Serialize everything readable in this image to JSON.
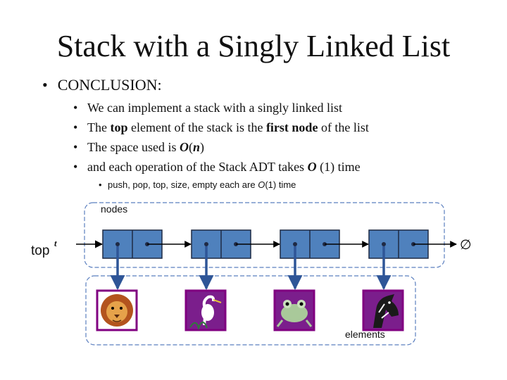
{
  "slide": {
    "title": "Stack with a Singly Linked List",
    "bullet_main": "CONCLUSION:",
    "points": [
      {
        "parts": [
          "We can implement a stack with a singly linked list"
        ]
      },
      {
        "pre": "The ",
        "b1": "top",
        "mid": " element of the stack is the ",
        "b2": "first node",
        "post": " of the list"
      },
      {
        "pre": "The space used is ",
        "bi": "O",
        "open": "(",
        "bi2": "n",
        "close": ")"
      },
      {
        "pre": "and each operation of the Stack ADT takes ",
        "bi": "O",
        "post": " (1) time"
      }
    ],
    "subpoint": {
      "pre": "push, pop, top, size, empty each are ",
      "it": "O",
      "post": "(1) time"
    }
  },
  "diagram": {
    "nodes_label": "nodes",
    "elements_label": "elements",
    "top_label": "top",
    "top_superscript": "t",
    "null_symbol": "∅",
    "node_count": 4,
    "element_icons": [
      "lion-icon",
      "heron-icon",
      "frog-icon",
      "horse-icon"
    ],
    "colors": {
      "node_fill": "#4f81bd",
      "node_stroke": "#000000",
      "picture_border": "#800080",
      "dashed_border": "#5b7fbf",
      "arrow_blue": "#2e5597"
    }
  }
}
